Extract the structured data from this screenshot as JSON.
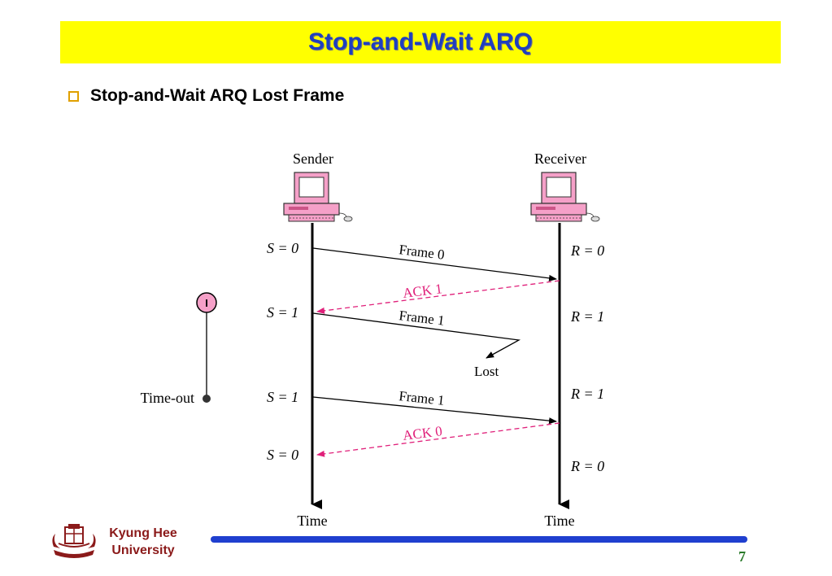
{
  "slide": {
    "title": "Stop-and-Wait ARQ",
    "bullet": "Stop-and-Wait ARQ Lost Frame",
    "page_number": "7"
  },
  "footer": {
    "university_line1": "Kyung Hee",
    "university_line2": "University"
  },
  "diagram": {
    "sender_label": "Sender",
    "receiver_label": "Receiver",
    "time_label_sender": "Time",
    "time_label_receiver": "Time",
    "timer_icon_label": "I",
    "timeout_label": "Time-out",
    "lost_label": "Lost",
    "sender_states": [
      "S = 0",
      "S = 1",
      "S = 1",
      "S = 0"
    ],
    "receiver_states": [
      "R = 0",
      "R = 1",
      "R = 1",
      "R = 0"
    ],
    "frames": [
      "Frame 0",
      "Frame 1",
      "Frame 1"
    ],
    "acks": [
      "ACK 1",
      "ACK 0"
    ],
    "colors": {
      "ack": "#e0207a",
      "frame": "#000000",
      "computer_pink": "#f5a0c8",
      "title_bg": "#ffff00",
      "title_text": "#1f3fbf"
    }
  }
}
